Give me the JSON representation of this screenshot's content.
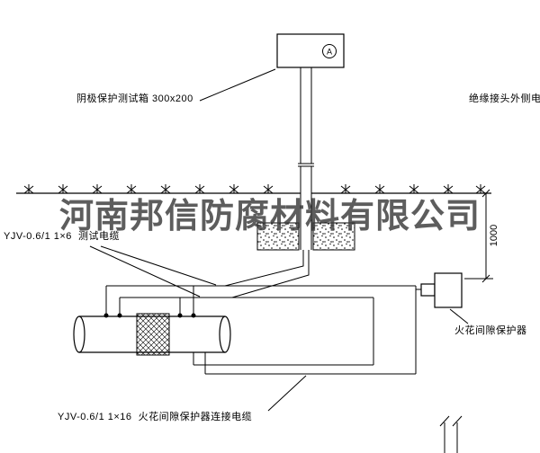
{
  "watermark": {
    "text": "河南邦信防腐材料有限公司"
  },
  "test_box": {
    "label": "阴极保护测试箱 300x200",
    "ammeter": "A"
  },
  "cables": {
    "insulation_joint_outer": "绝缘接头外侧电缆",
    "test_cable": "YJV-0.6/1 1×6  测试电缆",
    "protector_cable": "YJV-0.6/1 1×16  火花间隙保护器连接电缆"
  },
  "protector": {
    "label": "火花间隙保护器"
  },
  "dimension": {
    "value": "1000"
  },
  "colors": {
    "line": "#000000",
    "background": "#ffffff",
    "watermark": "#3a3a3a"
  }
}
